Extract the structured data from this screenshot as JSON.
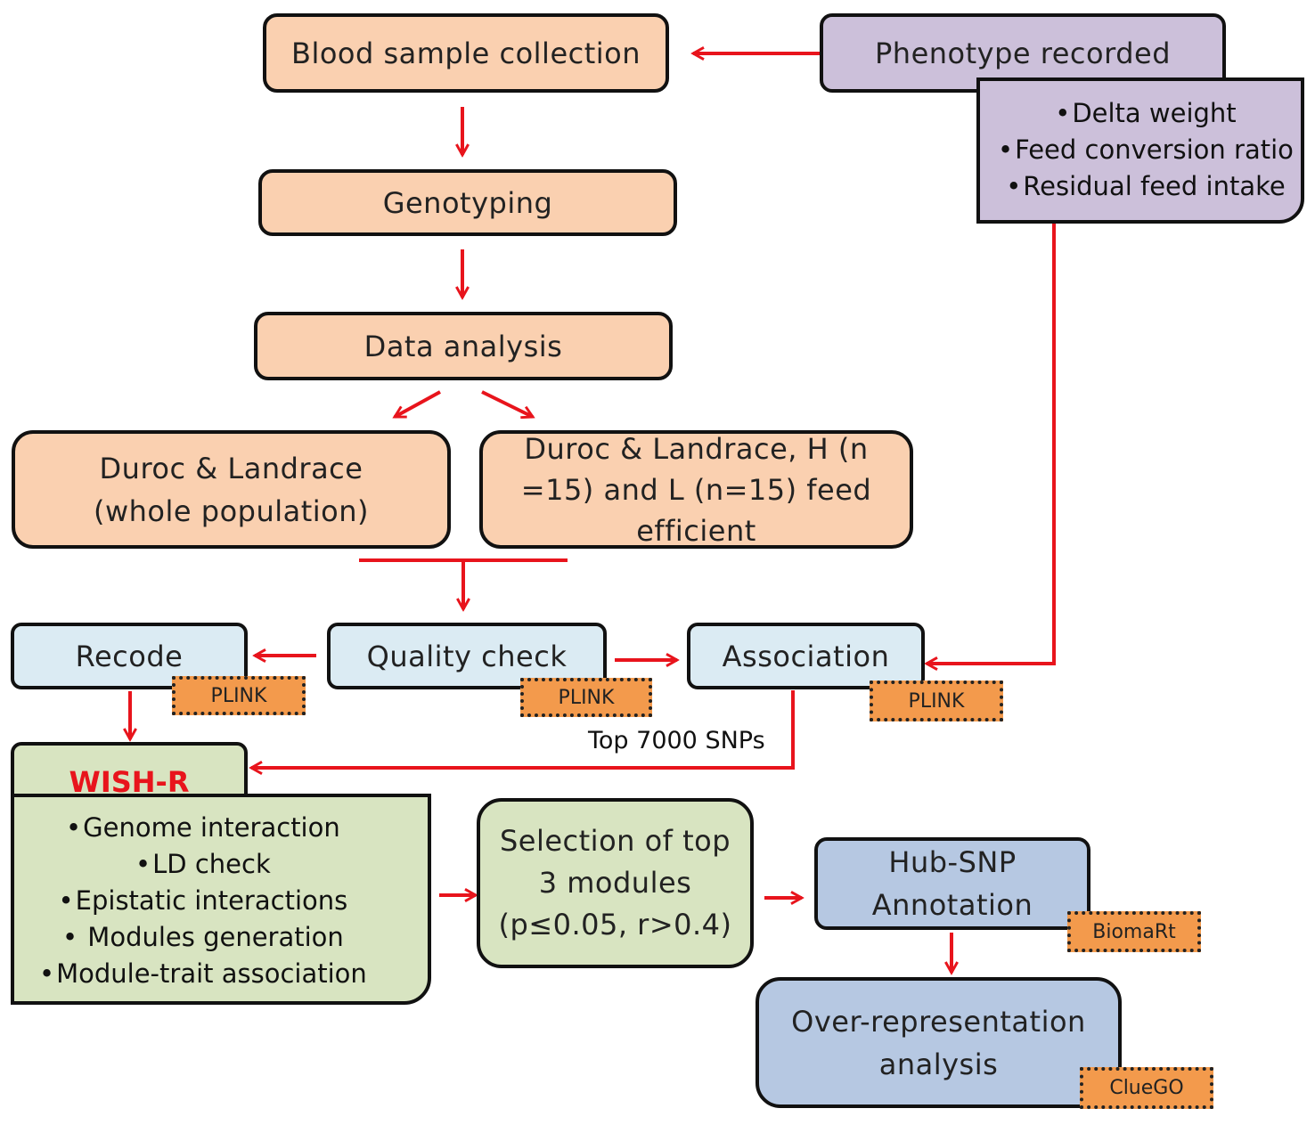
{
  "flow": {
    "blood_sample": "Blood sample collection",
    "phenotype": "Phenotype recorded",
    "phenotype_traits": [
      "Delta weight",
      "Feed conversion ratio",
      "Residual feed intake"
    ],
    "genotyping": "Genotyping",
    "data_analysis": "Data analysis",
    "whole_pop_line1": "Duroc & Landrace",
    "whole_pop_line2": "(whole population)",
    "subset_line1": "Duroc & Landrace, H (n",
    "subset_line2": "=15) and L (n=15) feed",
    "subset_line3": "efficient",
    "recode": "Recode",
    "quality_check": "Quality check",
    "association": "Association",
    "top_snps": "Top 7000 SNPs",
    "wish_r": "WISH-R",
    "wish_steps": [
      "Genome interaction",
      "LD check",
      "Epistatic interactions",
      " Modules generation",
      "Module-trait association"
    ],
    "selection_line1": "Selection of top",
    "selection_line2": "3 modules",
    "selection_line3": "(p≤0.05, r>0.4)",
    "hub_line1": "Hub-SNP",
    "hub_line2": "Annotation",
    "ora_line1": "Over-representation",
    "ora_line2": "analysis"
  },
  "tools": {
    "plink": "PLINK",
    "biomart": "BiomaRt",
    "cluego": "ClueGO"
  },
  "colors": {
    "arrow": "#e8141c",
    "peach": "#fad0b0",
    "light_blue": "#dbebf3",
    "green": "#d8e4c1",
    "purple": "#ccc0da",
    "steel_blue": "#b6c8e2",
    "tool_tag": "#f39a4c",
    "wish_title": "#e8141c"
  }
}
